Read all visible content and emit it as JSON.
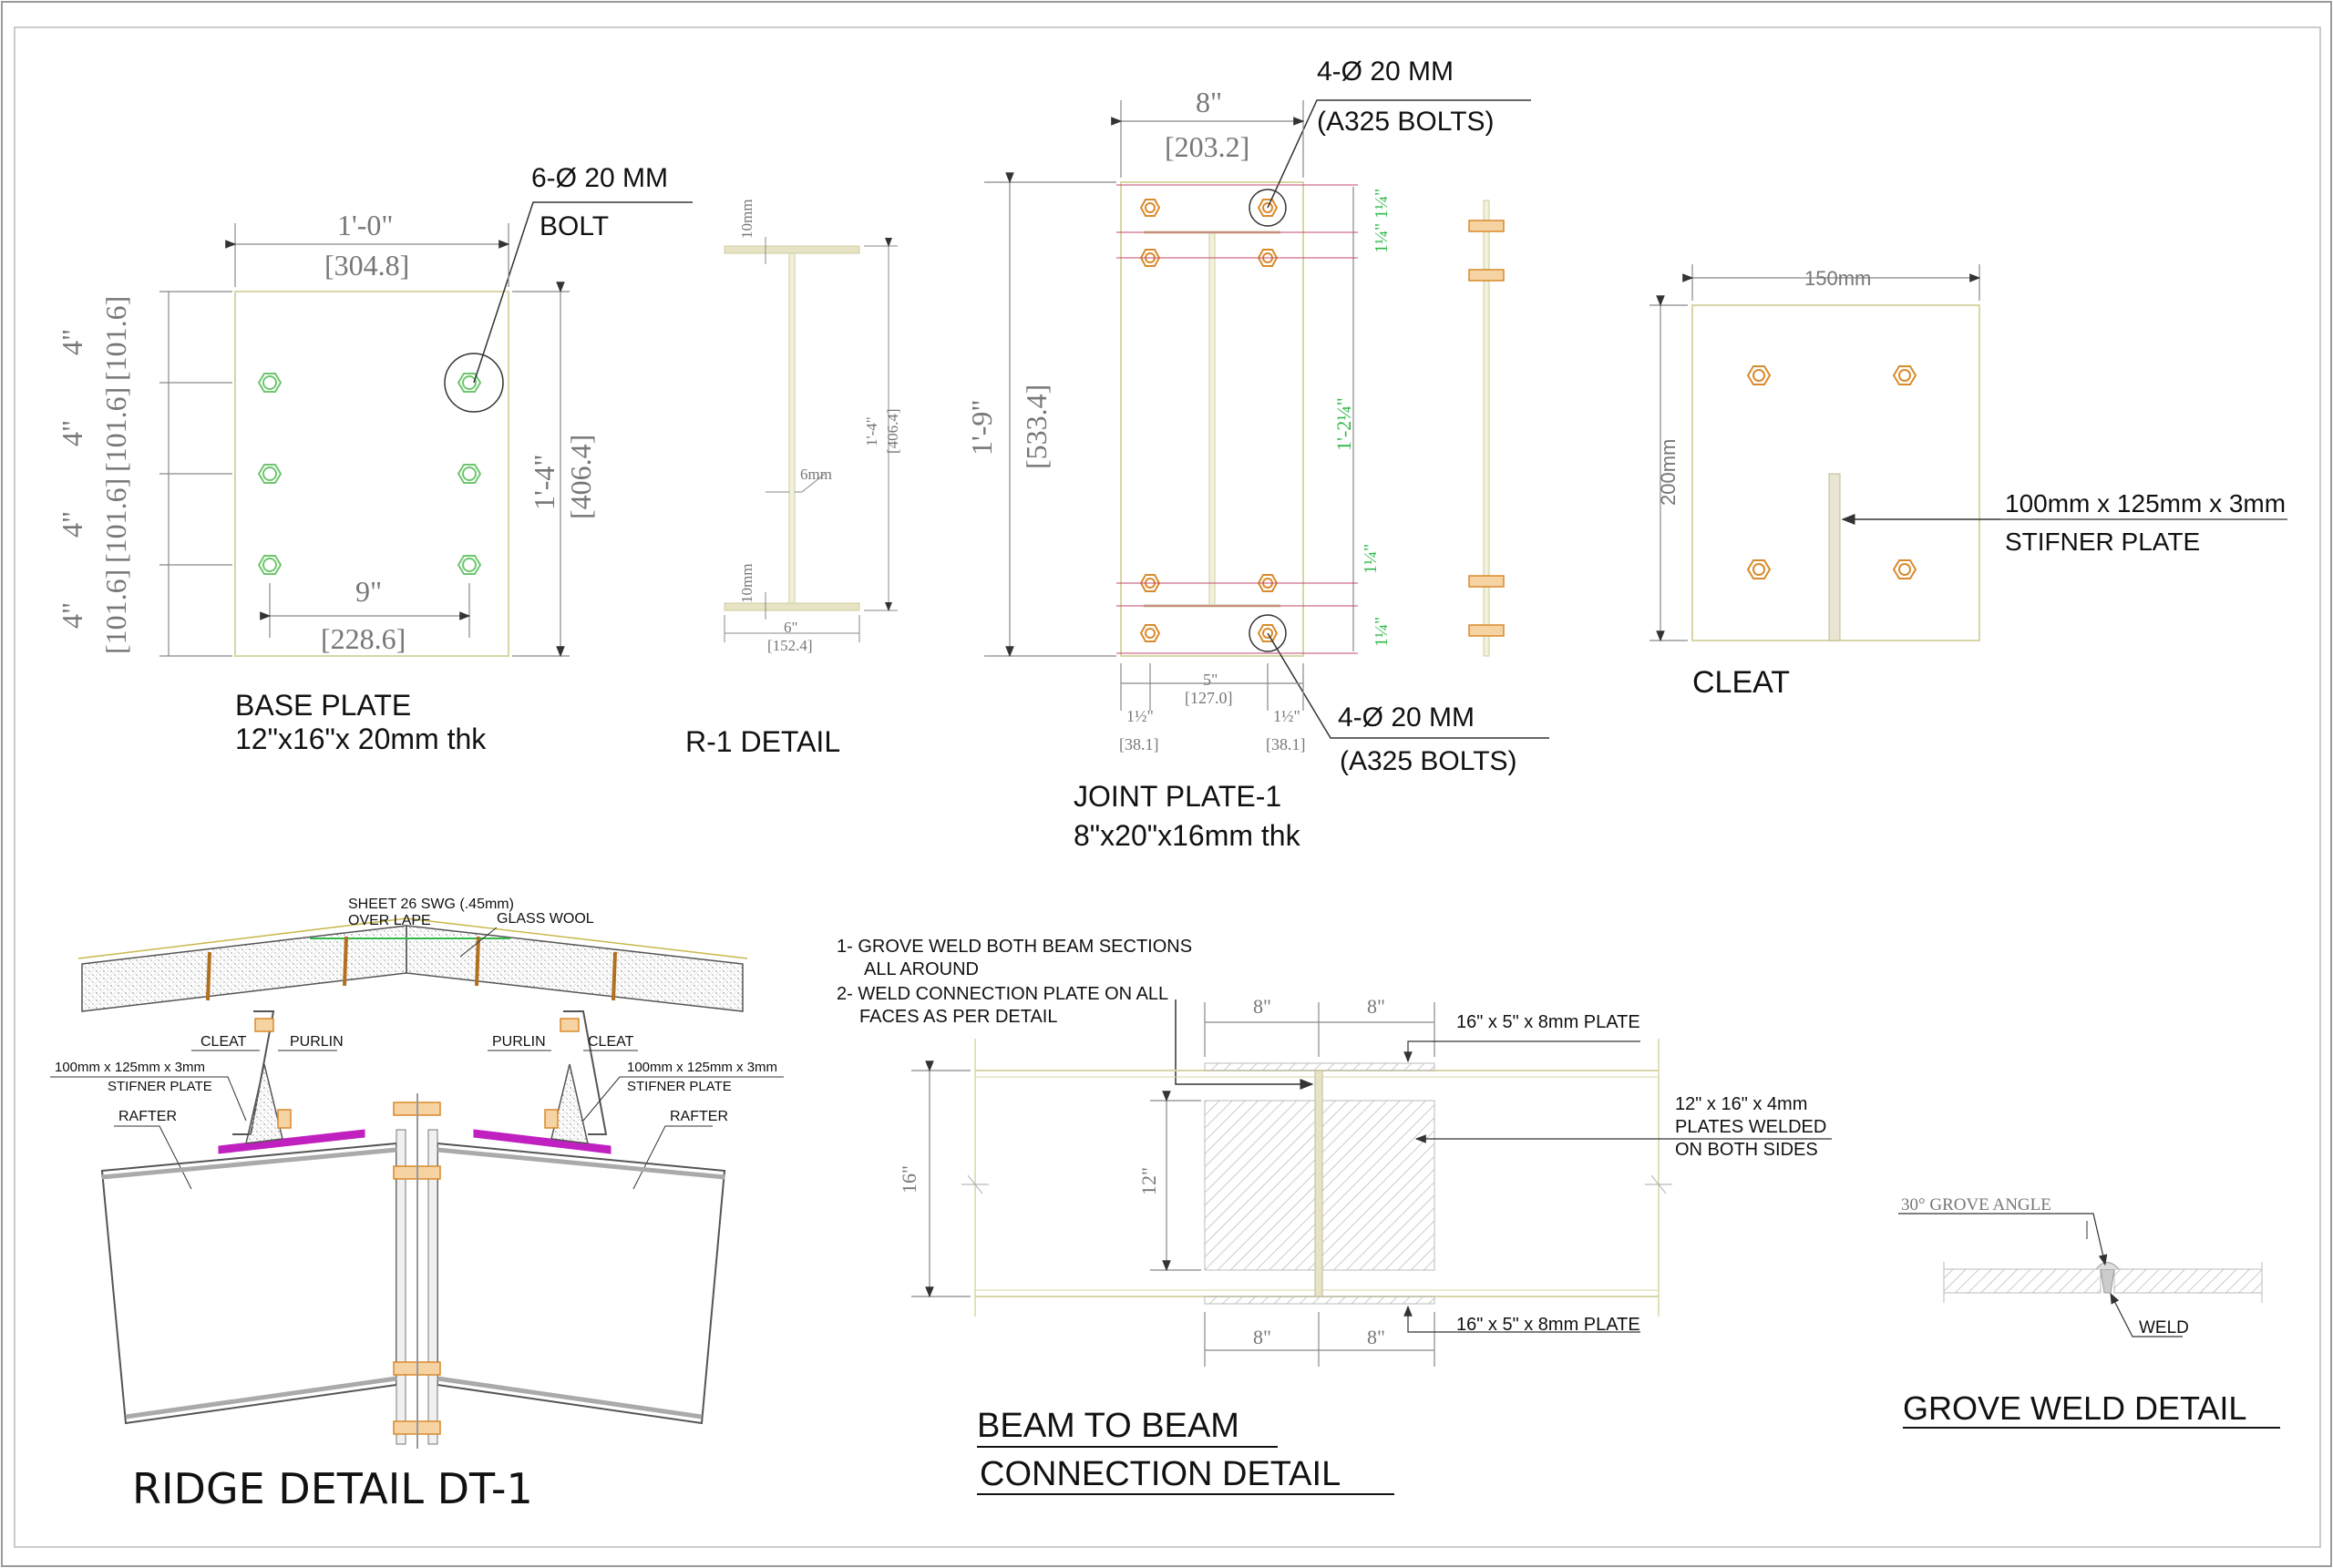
{
  "colors": {
    "border": "#999999",
    "plate_outline": "#d8d6a6",
    "dimension": "#777777",
    "bolt_green": "#6ec66e",
    "bolt_orange": "#d98a2b",
    "weld_green": "#31b94a",
    "hatch": "#bdbdbd",
    "cleat_magenta": "#c020c0"
  },
  "base_plate": {
    "bolt_callout_1": "6-Ø 20 MM",
    "bolt_callout_2": "BOLT",
    "dim_width": "1'-0\"",
    "dim_width_mm": "[304.8]",
    "dim_height": "1'-4\"",
    "dim_height_mm": "[406.4]",
    "dim_bolt_spacing": "9\"",
    "dim_bolt_spacing_mm": "[228.6]",
    "dim_row_in": "4\"",
    "dim_row_mm": "[101.6]",
    "title": "BASE PLATE",
    "subtitle": "12\"x16\"x 20mm thk"
  },
  "r1_detail": {
    "flange_top": "10mm",
    "flange_bottom": "10mm",
    "web": "6mm",
    "depth_in": "1'-4\"",
    "depth_mm": "[406.4]",
    "width_in": "6\"",
    "width_mm": "[152.4]",
    "title": "R-1 DETAIL"
  },
  "joint_plate": {
    "dim_width": "8\"",
    "dim_width_mm": "[203.2]",
    "dim_height": "1'-9\"",
    "dim_height_mm": "[533.4]",
    "bolt_top_1": "4-Ø 20 MM",
    "bolt_top_2": "(A325 BOLTS)",
    "bolt_bottom_1": "4-Ø 20 MM",
    "bolt_bottom_2": "(A325 BOLTS)",
    "edge_in": "1½\"",
    "edge_mm": "[38.1]",
    "gauge_in": "5\"",
    "gauge_mm": "[127.0]",
    "pitch_small": "1¼\"",
    "pitch_large": "1'-2¼\"",
    "title": "JOINT PLATE-1",
    "subtitle": "8\"x20\"x16mm thk"
  },
  "cleat": {
    "dim_width": "150mm",
    "dim_height": "200mm",
    "stiffener_1": "100mm x 125mm x 3mm",
    "stiffener_2": "STIFNER PLATE",
    "title": "CLEAT"
  },
  "ridge": {
    "sheet_1": "SHEET 26 SWG (.45mm)",
    "sheet_2": "OVER LAPE",
    "glass_wool": "GLASS WOOL",
    "cleat_l": "CLEAT",
    "purlin_l": "PURLIN",
    "purlin_r": "PURLIN",
    "cleat_r": "CLEAT",
    "stiff_l_1": "100mm x 125mm x 3mm",
    "stiff_l_2": "STIFNER PLATE",
    "stiff_r_1": "100mm x 125mm x 3mm",
    "stiff_r_2": "STIFNER PLATE",
    "rafter_l": "RAFTER",
    "rafter_r": "RAFTER",
    "title": "RIDGE DETAIL DT-1"
  },
  "beam_conn": {
    "note_1a": "1- GROVE WELD BOTH BEAM SECTIONS",
    "note_1b": "ALL AROUND",
    "note_2a": "2- WELD CONNECTION PLATE ON ALL",
    "note_2b": "FACES AS PER DETAIL",
    "dim_8": "8\"",
    "dim_16": "16\"",
    "dim_12": "12\"",
    "plate_top": "16\" x 5\" x 8mm PLATE",
    "plate_bottom": "16\" x 5\" x 8mm PLATE",
    "web_plate_1": "12\" x 16\" x 4mm",
    "web_plate_2": "PLATES WELDED",
    "web_plate_3": "ON BOTH SIDES",
    "title_1": "BEAM TO BEAM",
    "title_2": "CONNECTION DETAIL"
  },
  "grove_weld": {
    "angle": "30° GROVE ANGLE",
    "weld": "WELD",
    "title": "GROVE WELD DETAIL"
  }
}
